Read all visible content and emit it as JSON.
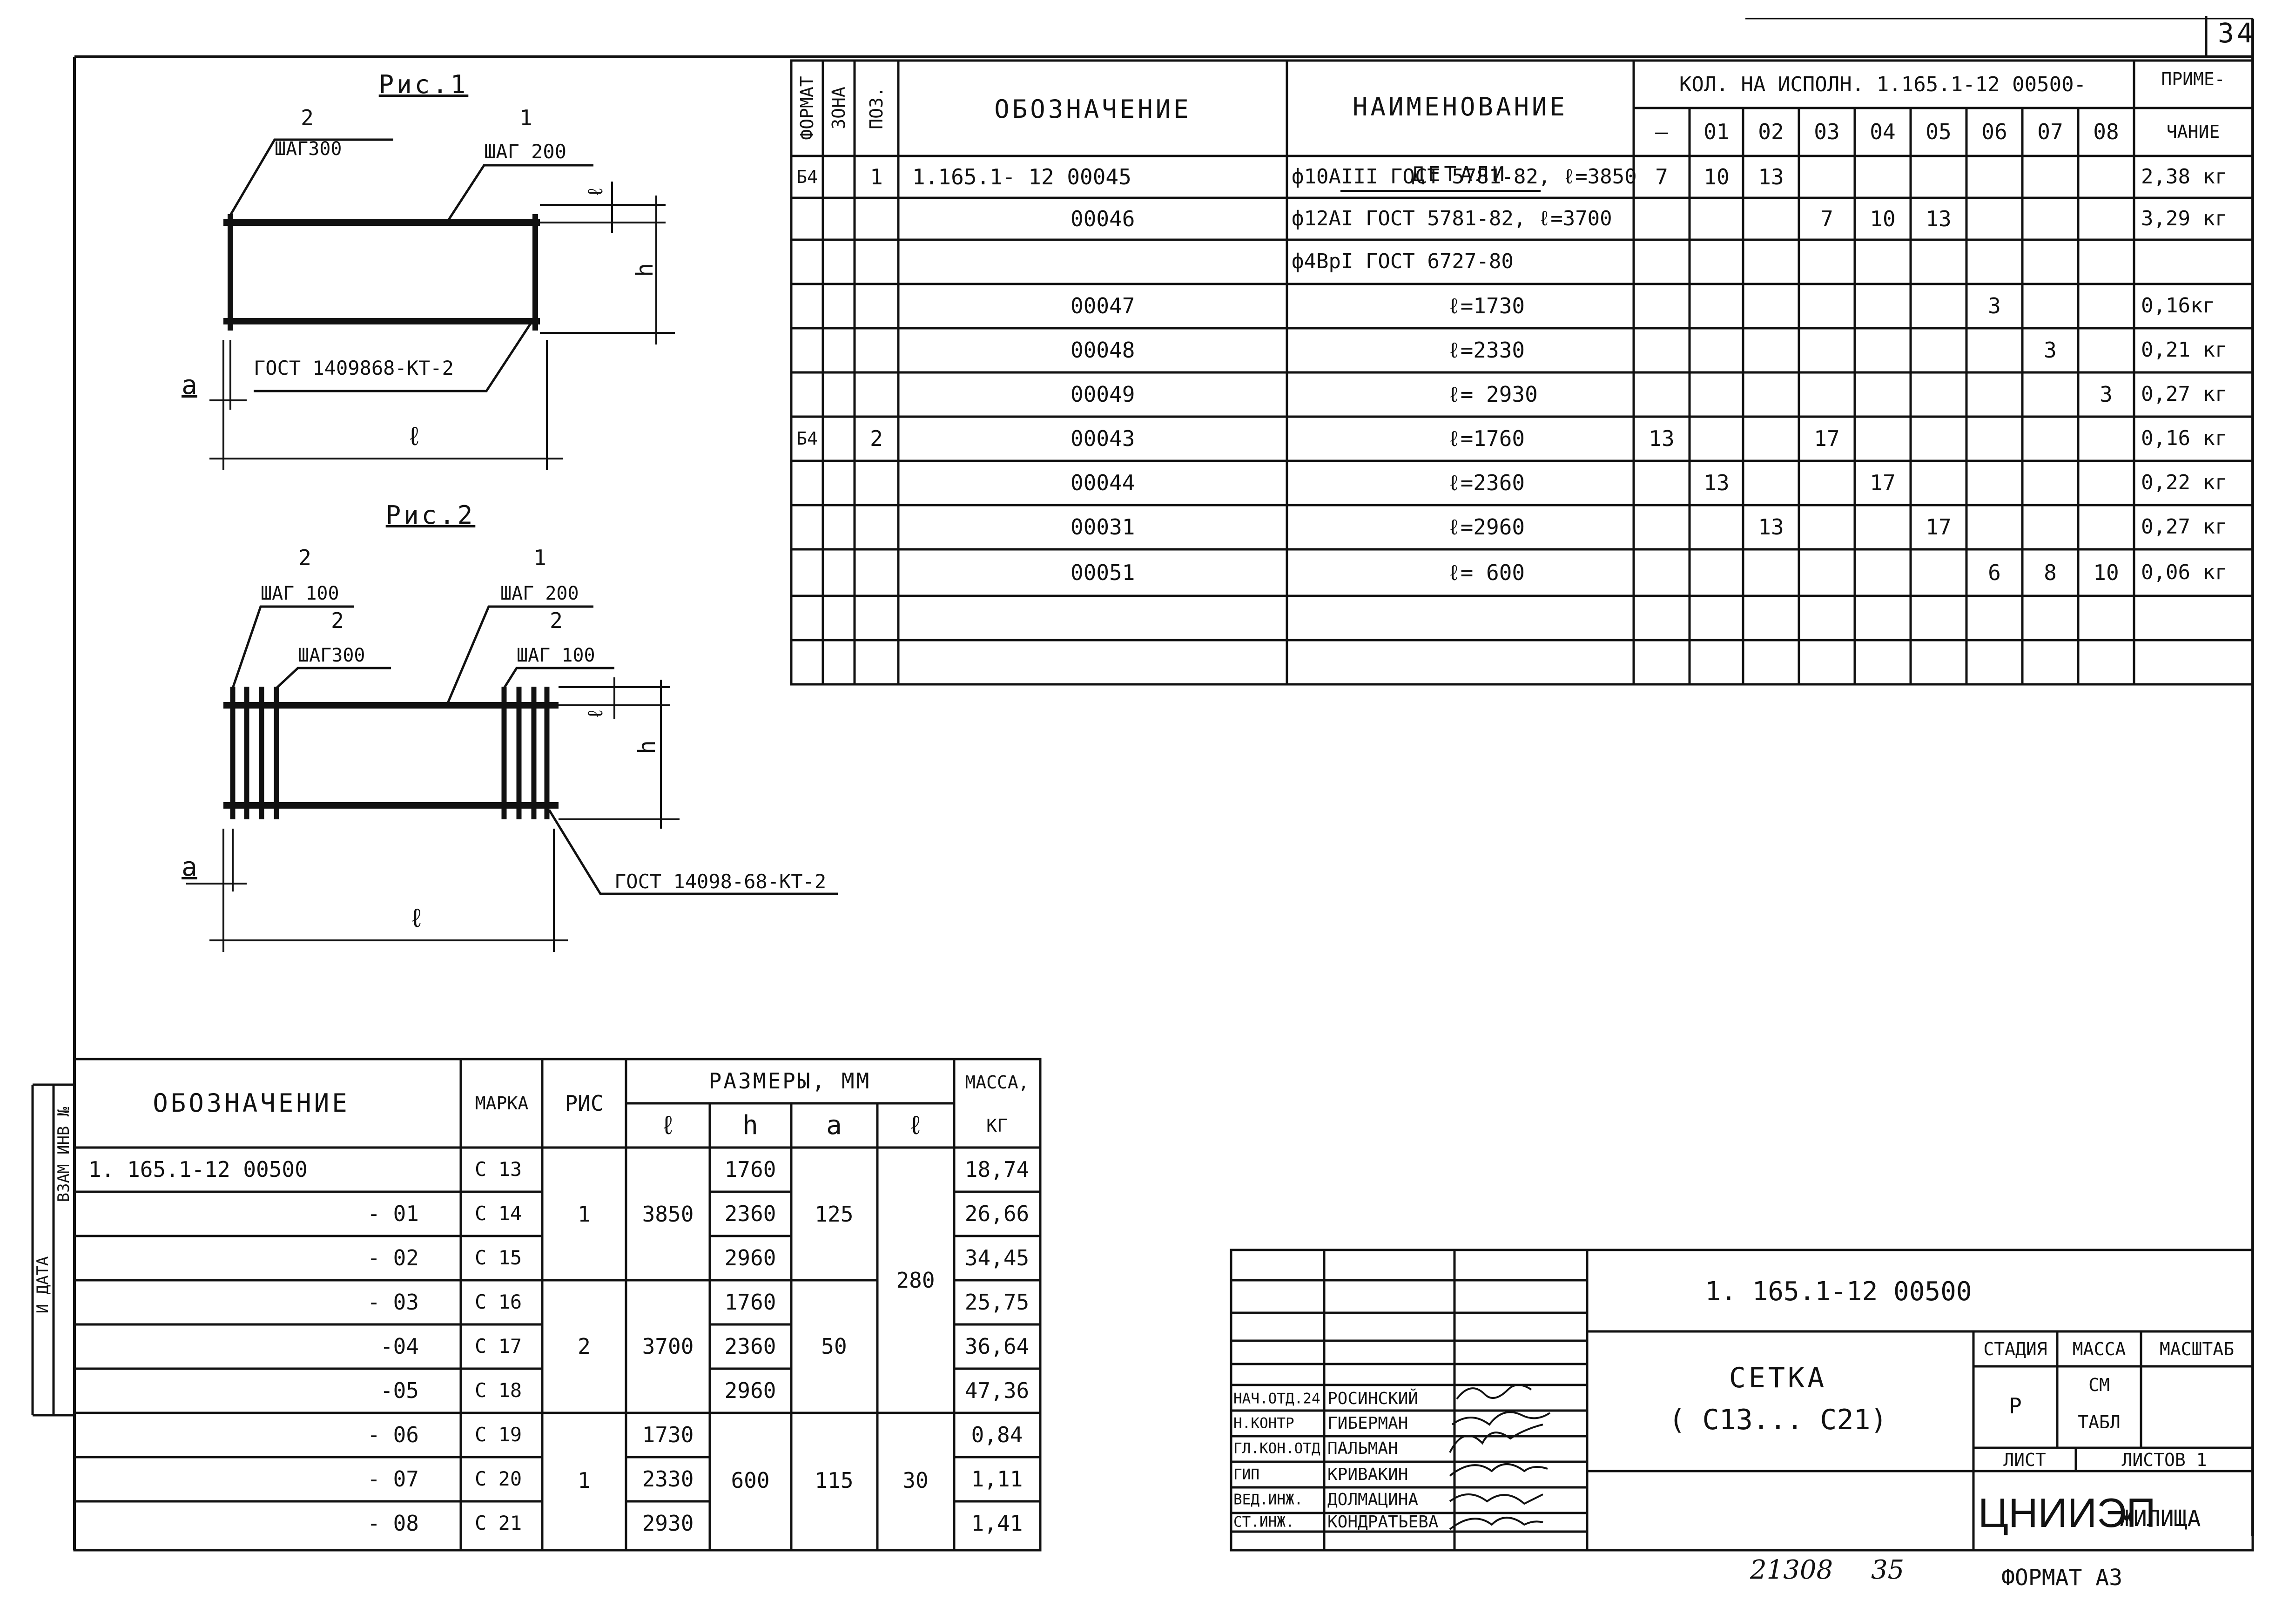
{
  "sheet_number": "34",
  "figure1": {
    "title": "Рис.1",
    "callout_left_num": "2",
    "callout_left_step": "ШАГ300",
    "callout_right_num": "1",
    "callout_right_step": "ШАГ 200",
    "weld_note": "ГОСТ 1409868-КТ-2",
    "dim_a": "a",
    "dim_l": "ℓ",
    "dim_h": "h",
    "dim_b": "ℓ"
  },
  "figure2": {
    "title": "Рис.2",
    "c1_num": "2",
    "c1_step": "ШАГ 100",
    "c2_num": "2",
    "c2_step": "ШАГ300",
    "c3_num": "1",
    "c3_step": "ШАГ 200",
    "c4_num": "2",
    "c4_step": "ШАГ 100",
    "weld_note": "ГОСТ 14098-68-КТ-2",
    "dim_a": "a",
    "dim_l": "ℓ",
    "dim_h": "h",
    "dim_b": "ℓ"
  },
  "spec": {
    "headers": {
      "format": "ФОРМАТ",
      "zone": "ЗОНА",
      "pos": "ПОЗ.",
      "designation": "Обозначение",
      "name": "Наименование",
      "qty": "Кол. на исполн. 1.165.1-12   00500-",
      "note_top": "ПРИМЕ-",
      "note_bottom": "ЧАНИЕ",
      "variants": [
        "–",
        "01",
        "02",
        "03",
        "04",
        "05",
        "06",
        "07",
        "08"
      ]
    },
    "section": "ДЕТАЛИ",
    "rows": [
      {
        "format": "Б4",
        "pos": "1",
        "designation": "1.165.1- 12  00045",
        "name": "ф10АIII ГОСТ 5781-82, ℓ=3850",
        "q": [
          "7",
          "10",
          "13",
          "",
          "",
          "",
          "",
          "",
          ""
        ],
        "note": "2,38 кг"
      },
      {
        "format": "",
        "pos": "",
        "designation": "00046",
        "name": "ф12АI ГОСТ 5781-82, ℓ=3700",
        "q": [
          "",
          "",
          "",
          "7",
          "10",
          "13",
          "",
          "",
          ""
        ],
        "note": "3,29 кг"
      },
      {
        "format": "",
        "pos": "",
        "designation": "",
        "name": "ф4ВрI ГОСТ  6727-80",
        "q": [
          "",
          "",
          "",
          "",
          "",
          "",
          "",
          "",
          ""
        ],
        "note": ""
      },
      {
        "format": "",
        "pos": "",
        "designation": "00047",
        "name": "ℓ=1730",
        "q": [
          "",
          "",
          "",
          "",
          "",
          "",
          "3",
          "",
          ""
        ],
        "note": "0,16кг"
      },
      {
        "format": "",
        "pos": "",
        "designation": "00048",
        "name": "ℓ=2330",
        "q": [
          "",
          "",
          "",
          "",
          "",
          "",
          "",
          "3",
          ""
        ],
        "note": "0,21 кг"
      },
      {
        "format": "",
        "pos": "",
        "designation": "00049",
        "name": "ℓ= 2930",
        "q": [
          "",
          "",
          "",
          "",
          "",
          "",
          "",
          "",
          "3"
        ],
        "note": "0,27 кг"
      },
      {
        "format": "Б4",
        "pos": "2",
        "designation": "00043",
        "name": "ℓ=1760",
        "q": [
          "13",
          "",
          "",
          "17",
          "",
          "",
          "",
          "",
          ""
        ],
        "note": "0,16 кг"
      },
      {
        "format": "",
        "pos": "",
        "designation": "00044",
        "name": "ℓ=2360",
        "q": [
          "",
          "13",
          "",
          "",
          "17",
          "",
          "",
          "",
          ""
        ],
        "note": "0,22 кг"
      },
      {
        "format": "",
        "pos": "",
        "designation": "00031",
        "name": "ℓ=2960",
        "q": [
          "",
          "",
          "13",
          "",
          "",
          "17",
          "",
          "",
          ""
        ],
        "note": "0,27 кг"
      },
      {
        "format": "",
        "pos": "",
        "designation": "00051",
        "name": "ℓ= 600",
        "q": [
          "",
          "",
          "",
          "",
          "",
          "",
          "6",
          "8",
          "10"
        ],
        "note": "0,06 кг"
      }
    ]
  },
  "sizes": {
    "headers": {
      "designation": "Обозначение",
      "mark": "МАРКА",
      "fig": "РИС",
      "sizes": "РАЗМЕРЫ,  ММ",
      "mass_top": "МАССА,",
      "mass_bottom": "КГ",
      "l": "ℓ",
      "h": "h",
      "a": "a",
      "b": "ℓ"
    },
    "rows": [
      {
        "designation": "1. 165.1-12     00500",
        "mark": "С 13",
        "h": "1760",
        "mass": "18,74"
      },
      {
        "designation": "- 01",
        "mark": "С 14",
        "h": "2360",
        "mass": "26,66"
      },
      {
        "designation": "- 02",
        "mark": "С 15",
        "h": "2960",
        "mass": "34,45"
      },
      {
        "designation": "- 03",
        "mark": "С 16",
        "h": "1760",
        "mass": "25,75"
      },
      {
        "designation": "-04",
        "mark": "С 17",
        "h": "2360",
        "mass": "36,64"
      },
      {
        "designation": "-05",
        "mark": "С 18",
        "h": "2960",
        "mass": "47,36"
      },
      {
        "designation": "- 06",
        "mark": "С 19",
        "l": "1730",
        "mass": "0,84"
      },
      {
        "designation": "- 07",
        "mark": "С 20",
        "l": "2330",
        "mass": "1,11"
      },
      {
        "designation": "- 08",
        "mark": "С 21",
        "l": "2930",
        "mass": "1,41"
      }
    ],
    "groups": [
      {
        "fig": "1",
        "l": "3850",
        "a": "125"
      },
      {
        "fig": "2",
        "l": "3700",
        "a": "50"
      },
      {
        "fig": "1",
        "h": "600",
        "a": "115",
        "b": "30"
      }
    ],
    "b_shared": "280"
  },
  "side_stamp": {
    "left": "И ДАТА",
    "right": "ВЗАМ ИНВ №"
  },
  "title_block": {
    "code": "1. 165.1-12    00500",
    "name_line1": "Сетка",
    "name_line2": "( С13... С21)",
    "stage_label": "СТАДИЯ",
    "mass_label": "МАССА",
    "scale_label": "МАСШТАБ",
    "stage": "Р",
    "mass_1": "СМ",
    "mass_2": "ТАБЛ",
    "sheet_label": "ЛИСТ",
    "sheets_label": "ЛИСТОВ 1",
    "org_big": "ЦНИИЭП",
    "org_small": "ЖИЛИЩА",
    "people": [
      {
        "role": "НАЧ.ОТД.24",
        "name": "РОСИНСКИЙ"
      },
      {
        "role": "Н.КОНТР",
        "name": "ГИБЕРМАН"
      },
      {
        "role": "ГЛ.КОН.ОТД",
        "name": "ПАЛЬМАН"
      },
      {
        "role": "ГИП",
        "name": "КРИВАКИН"
      },
      {
        "role": "ВЕД.ИНЖ.",
        "name": "ДОЛМАЦИНА"
      },
      {
        "role": "СТ.ИНЖ.",
        "name": "КОНДРАТЬЕВА"
      }
    ]
  },
  "footer": {
    "inventory": "21308",
    "page": "35",
    "format": "ФОРМАТ А3"
  }
}
